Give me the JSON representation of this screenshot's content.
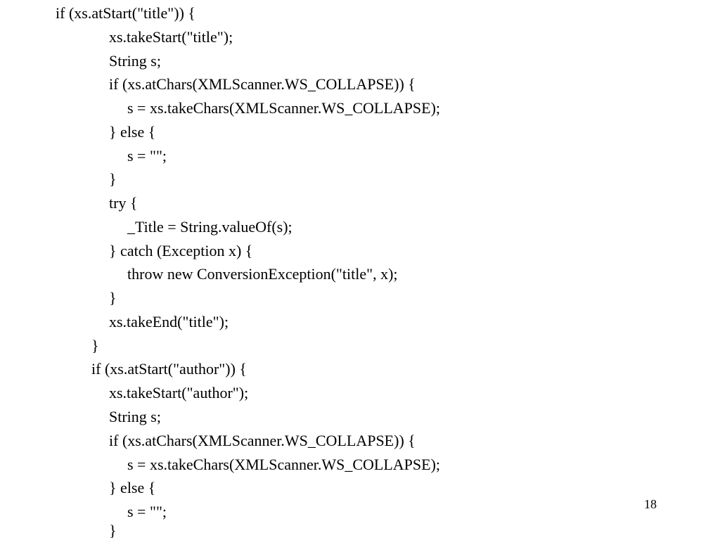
{
  "slide": {
    "lines": [
      "if (xs.atStart(\"title\")) {",
      "xs.takeStart(\"title\");",
      "String s;",
      "if (xs.atChars(XMLScanner.WS_COLLAPSE)) {",
      "s = xs.takeChars(XMLScanner.WS_COLLAPSE);",
      "} else {",
      "s = \"\";",
      "}",
      "try {",
      "_Title = String.valueOf(s);",
      "} catch (Exception x) {",
      "throw new ConversionException(\"title\", x);",
      "}",
      "xs.takeEnd(\"title\");",
      "}",
      "if (xs.atStart(\"author\")) {",
      "xs.takeStart(\"author\");",
      "String s;",
      "if (xs.atChars(XMLScanner.WS_COLLAPSE)) {",
      "s = xs.takeChars(XMLScanner.WS_COLLAPSE);",
      "} else {",
      "s = \"\";",
      "}"
    ],
    "page_number": "18"
  }
}
